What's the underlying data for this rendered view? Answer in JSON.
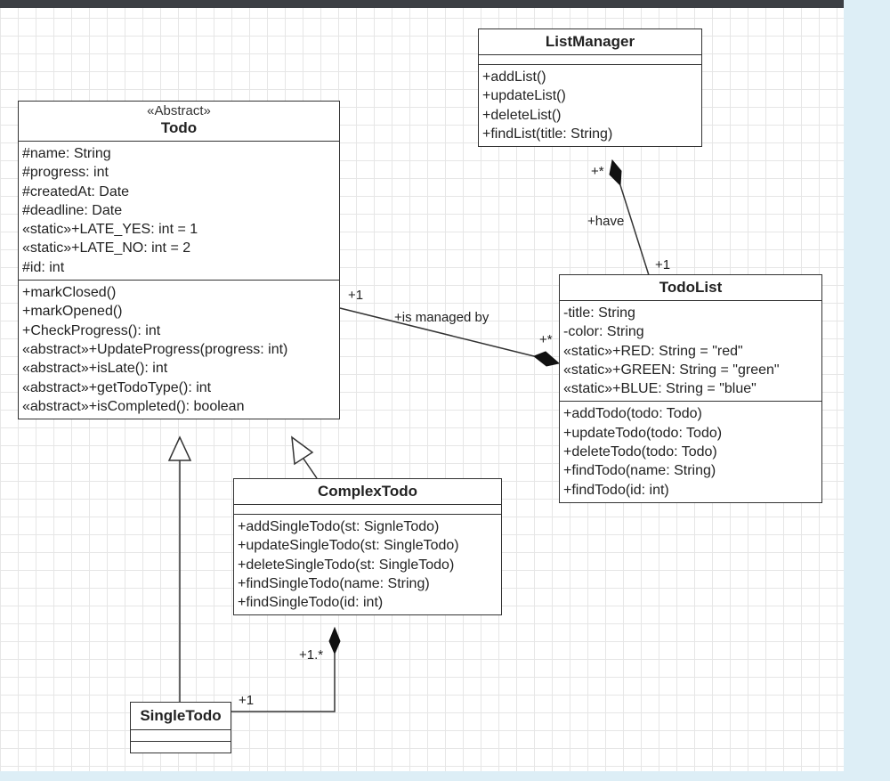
{
  "classes": {
    "todo": {
      "stereotype": "«Abstract»",
      "name": "Todo",
      "attributes": [
        "#name: String",
        "#progress: int",
        "#createdAt: Date",
        "#deadline: Date",
        "«static»+LATE_YES: int = 1",
        "«static»+LATE_NO: int = 2",
        "#id: int"
      ],
      "operations": [
        "+markClosed()",
        "+markOpened()",
        "+CheckProgress(): int",
        "«abstract»+UpdateProgress(progress: int)",
        "«abstract»+isLate(): int",
        "«abstract»+getTodoType(): int",
        "«abstract»+isCompleted(): boolean"
      ]
    },
    "list_manager": {
      "name": "ListManager",
      "attributes": [],
      "operations": [
        "+addList()",
        "+updateList()",
        "+deleteList()",
        "+findList(title: String)"
      ]
    },
    "todo_list": {
      "name": "TodoList",
      "attributes": [
        "-title: String",
        "-color: String",
        "«static»+RED: String = \"red\"",
        "«static»+GREEN: String = \"green\"",
        "«static»+BLUE: String = \"blue\""
      ],
      "operations": [
        "+addTodo(todo: Todo)",
        "+updateTodo(todo: Todo)",
        "+deleteTodo(todo: Todo)",
        "+findTodo(name: String)",
        "+findTodo(id: int)"
      ]
    },
    "complex_todo": {
      "name": "ComplexTodo",
      "attributes": [],
      "operations": [
        "+addSingleTodo(st: SignleTodo)",
        "+updateSingleTodo(st: SingleTodo)",
        "+deleteSingleTodo(st: SingleTodo)",
        "+findSingleTodo(name: String)",
        "+findSingleTodo(id: int)"
      ]
    },
    "single_todo": {
      "name": "SingleTodo",
      "attributes": [],
      "operations": []
    }
  },
  "relations": {
    "have": {
      "label": "+have",
      "source_multiplicity": "+*",
      "target_multiplicity": "+1"
    },
    "managed_by": {
      "label": "+is managed by",
      "source_multiplicity": "+1",
      "target_multiplicity": "+*"
    },
    "complex_single": {
      "source_multiplicity": "+1.*",
      "target_multiplicity": "+1"
    }
  }
}
